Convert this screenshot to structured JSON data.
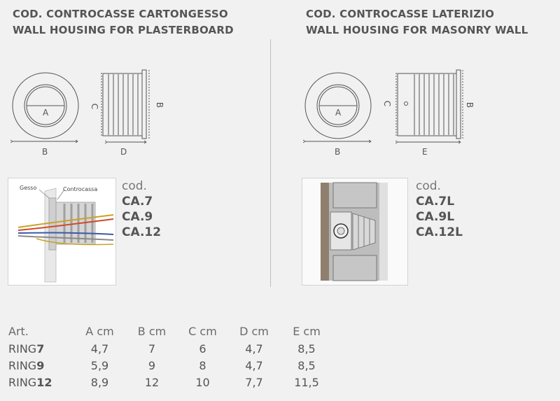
{
  "left": {
    "title_line1": "COD. CONTROCASSE CARTONGESSO",
    "title_line2": "WALL HOUSING FOR PLASTERBOARD",
    "dims": {
      "a": "A",
      "b": "B",
      "c": "C",
      "b_side": "B",
      "d": "D"
    },
    "photo_labels": {
      "gesso": "Gesso",
      "controcassa": "Controcassa"
    },
    "cod_label": "cod.",
    "codes": [
      "CA.7",
      "CA.9",
      "CA.12"
    ]
  },
  "right": {
    "title_line1": "COD. CONTROCASSE LATERIZIO",
    "title_line2": "WALL HOUSING FOR MASONRY WALL",
    "dims": {
      "a": "A",
      "b": "B",
      "c": "C",
      "b_side": "B",
      "e": "E"
    },
    "cod_label": "cod.",
    "codes": [
      "CA.7L",
      "CA.9L",
      "CA.12L"
    ]
  },
  "table": {
    "headers": [
      "Art.",
      "A cm",
      "B cm",
      "C cm",
      "D cm",
      "E cm"
    ],
    "rows": [
      {
        "prefix": "RING",
        "num": "7",
        "values": [
          "4,7",
          "7",
          "6",
          "4,7",
          "8,5"
        ]
      },
      {
        "prefix": "RING",
        "num": "9",
        "values": [
          "5,9",
          "9",
          "8",
          "4,7",
          "8,5"
        ]
      },
      {
        "prefix": "RING",
        "num": "12",
        "values": [
          "8,9",
          "12",
          "10",
          "7,7",
          "11,5"
        ]
      }
    ]
  }
}
